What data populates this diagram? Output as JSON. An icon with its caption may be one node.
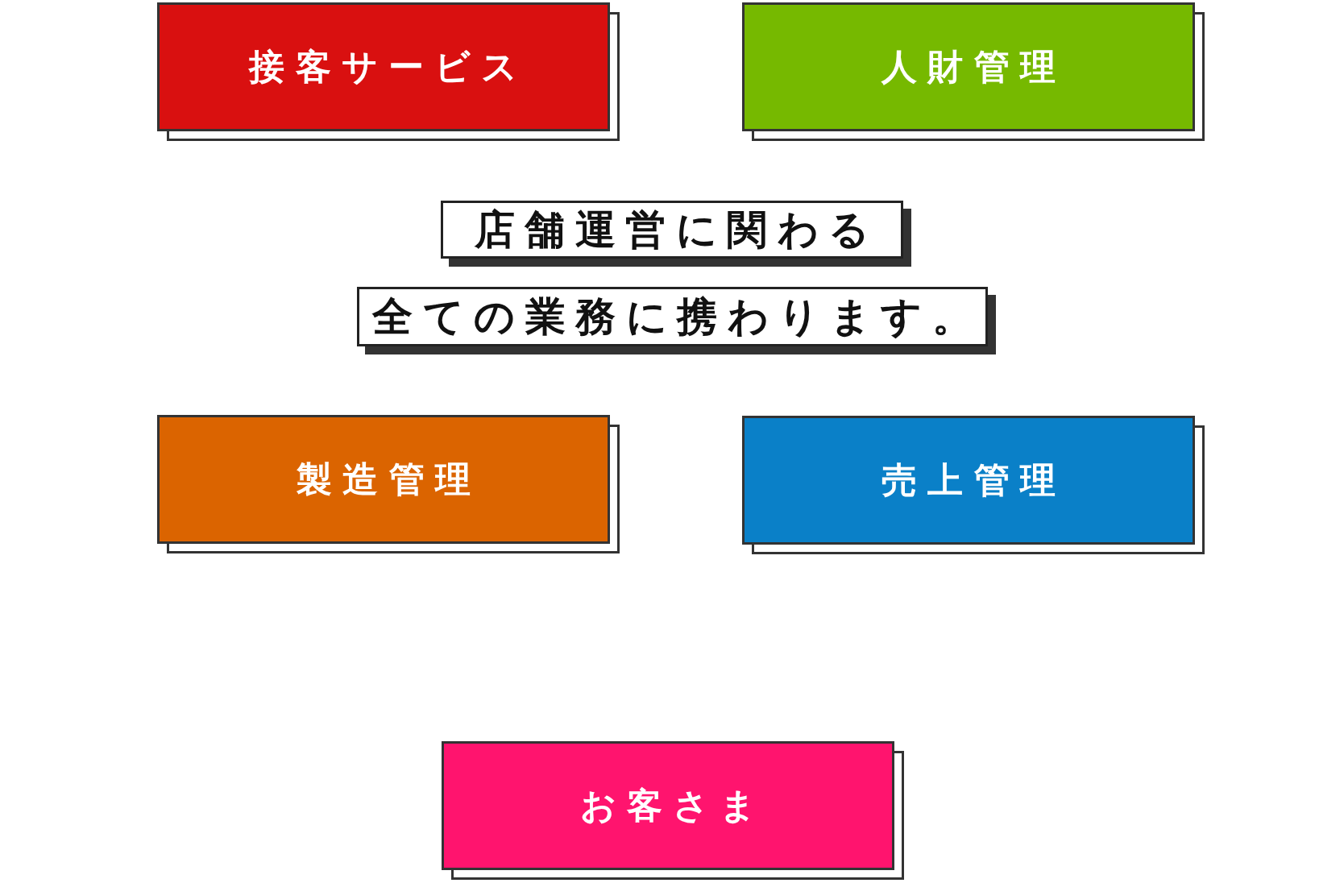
{
  "diagram": {
    "nodes": [
      {
        "text": [
          "接客サービス"
        ]
      },
      {
        "text": [
          "人財管理"
        ]
      },
      {
        "text": [
          "店舗運営に関わる"
        ]
      },
      {
        "text": [
          "全ての業務に携わります。"
        ]
      },
      {
        "text": [
          "製造管理"
        ]
      },
      {
        "text": [
          "売上管理"
        ]
      },
      {
        "text": [
          "お客さま"
        ]
      }
    ]
  }
}
